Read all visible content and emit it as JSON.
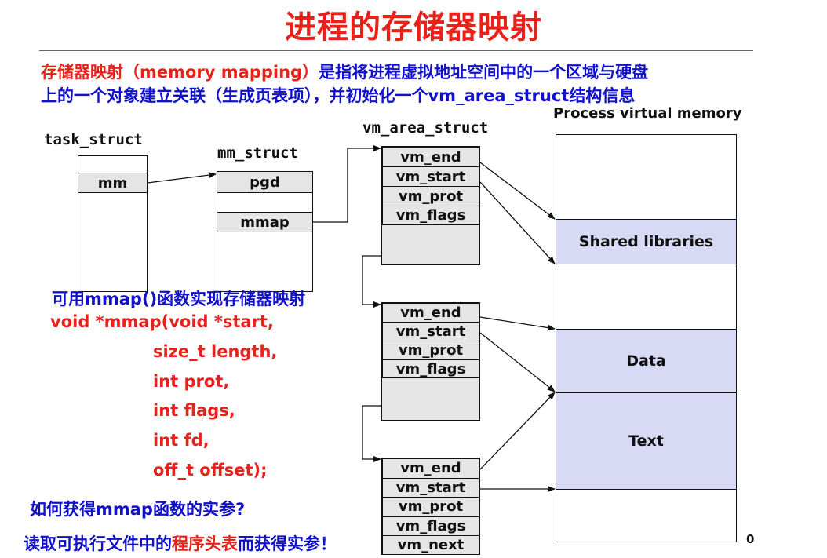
{
  "title": "进程的存储器映射",
  "intro": {
    "line1_red": "存储器映射（memory mapping）",
    "line1_blue": "是指将进程虚拟地址空间中的一个区域与硬盘",
    "line2": "上的一个对象建立关联（生成页表项），并初始化一个vm_area_struct结构信息"
  },
  "task_struct": {
    "label": "task_struct",
    "field": "mm"
  },
  "mm_struct": {
    "label": "mm_struct",
    "fields": [
      "pgd",
      "mmap"
    ]
  },
  "vm_area_struct": {
    "label": "vm_area_struct",
    "blocks": [
      {
        "fields": [
          "vm_end",
          "vm_start",
          "vm_prot",
          "vm_flags"
        ]
      },
      {
        "fields": [
          "vm_end",
          "vm_start",
          "vm_prot",
          "vm_flags"
        ]
      },
      {
        "fields": [
          "vm_end",
          "vm_start",
          "vm_prot",
          "vm_flags",
          "vm_next"
        ]
      }
    ]
  },
  "process_memory": {
    "label": "Process virtual memory",
    "regions": [
      "Shared libraries",
      "Data",
      "Text"
    ],
    "corner_label": "0"
  },
  "mmap_note": {
    "heading": "可用mmap()函数实现存储器映射",
    "code": [
      "void *mmap(void *start,",
      "size_t length,",
      "int prot,",
      "int flags,",
      "int fd,",
      "off_t offset);"
    ]
  },
  "question": "如何获得mmap函数的实参?",
  "answer": {
    "part1": "读取可执行文件中的",
    "part2": "程序头表",
    "part3": "而获得实参！"
  },
  "colors": {
    "title": "#e8211b",
    "blue_text": "#1111cc",
    "cell_grey": "#e5e5e5",
    "region_fill": "#d8daf5"
  }
}
